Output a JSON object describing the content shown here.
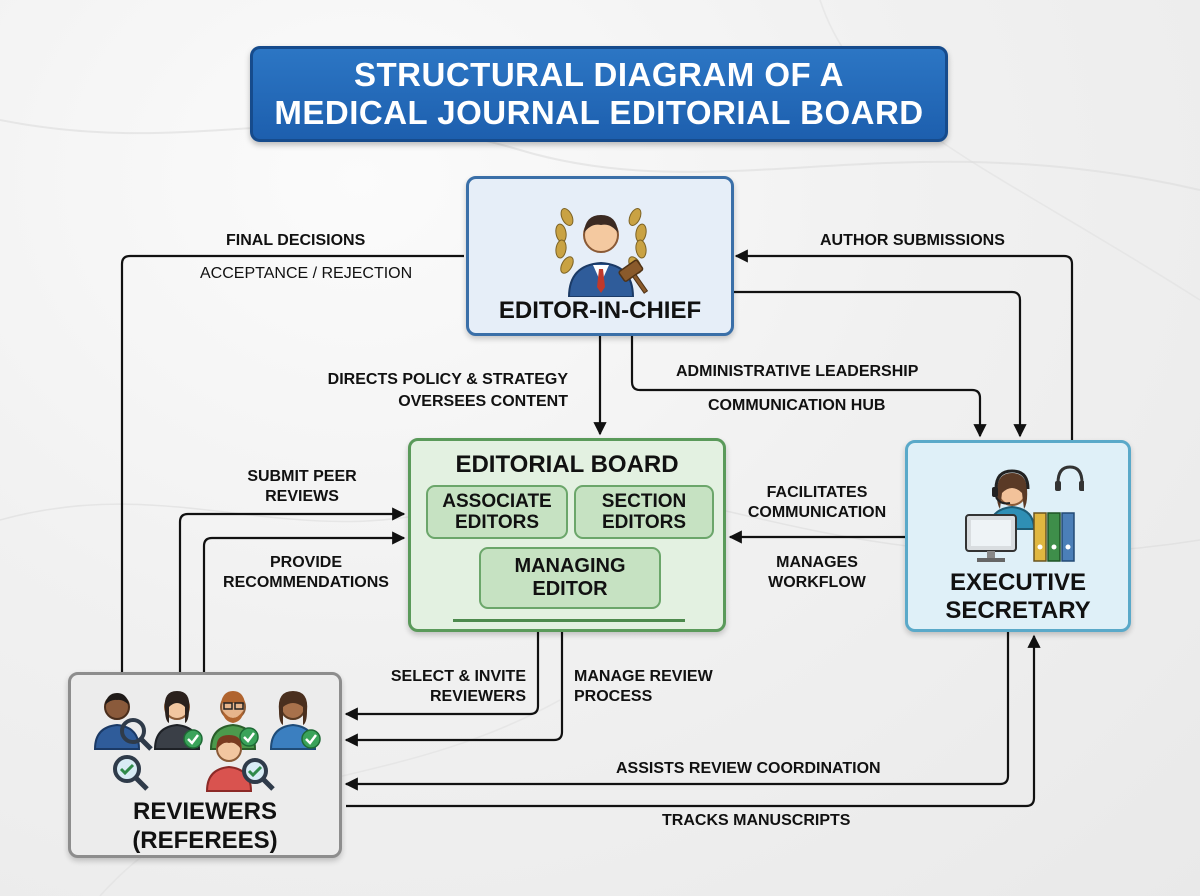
{
  "title": {
    "line1": "STRUCTURAL DIAGRAM OF A",
    "line2": "MEDICAL JOURNAL EDITORIAL BOARD"
  },
  "nodes": {
    "editor_in_chief": {
      "label": "EDITOR-IN-CHIEF"
    },
    "editorial_board": {
      "label": "EDITORIAL BOARD",
      "associate_editors": {
        "line1": "ASSOCIATE",
        "line2": "EDITORS"
      },
      "section_editors": {
        "line1": "SECTION",
        "line2": "EDITORS"
      },
      "managing_editor": {
        "line1": "MANAGING",
        "line2": "EDITOR"
      }
    },
    "executive_secretary": {
      "line1": "EXECUTIVE",
      "line2": "SECRETARY"
    },
    "reviewers": {
      "line1": "REVIEWERS",
      "line2": "(REFEREES)"
    }
  },
  "edges": {
    "final_decisions": "FINAL DECISIONS",
    "acceptance_rejection": "ACCEPTANCE / REJECTION",
    "author_submissions": "AUTHOR SUBMISSIONS",
    "directs_policy": "DIRECTS POLICY & STRATEGY",
    "oversees_content": "OVERSEES CONTENT",
    "administrative_leadership": "ADMINISTRATIVE LEADERSHIP",
    "communication_hub": "COMMUNICATION HUB",
    "submit_peer_1": "SUBMIT PEER",
    "submit_peer_2": "REVIEWS",
    "provide_rec_1": "PROVIDE",
    "provide_rec_2": "RECOMMENDATIONS",
    "facilitates_1": "FACILITATES",
    "facilitates_2": "COMMUNICATION",
    "manages_1": "MANAGES",
    "manages_2": "WORKFLOW",
    "select_invite_1": "SELECT & INVITE",
    "select_invite_2": "REVIEWERS",
    "manage_review_1": "MANAGE REVIEW",
    "manage_review_2": "PROCESS",
    "assists_review": "ASSISTS REVIEW COORDINATION",
    "tracks_manuscripts": "TRACKS MANUSCRIPTS"
  },
  "icons": {
    "editor_in_chief": "executive-with-laurel-and-gavel-icon",
    "executive_secretary": "secretary-with-headset-and-binders-icon",
    "reviewers": "reviewers-group-with-magnifiers-icon"
  },
  "colors": {
    "title_fill": "#1d5fae",
    "eic_border": "#3a6fa8",
    "board_border": "#5a9a5a",
    "exec_border": "#5aa9c9",
    "reviewers_border": "#8d8d8d"
  }
}
